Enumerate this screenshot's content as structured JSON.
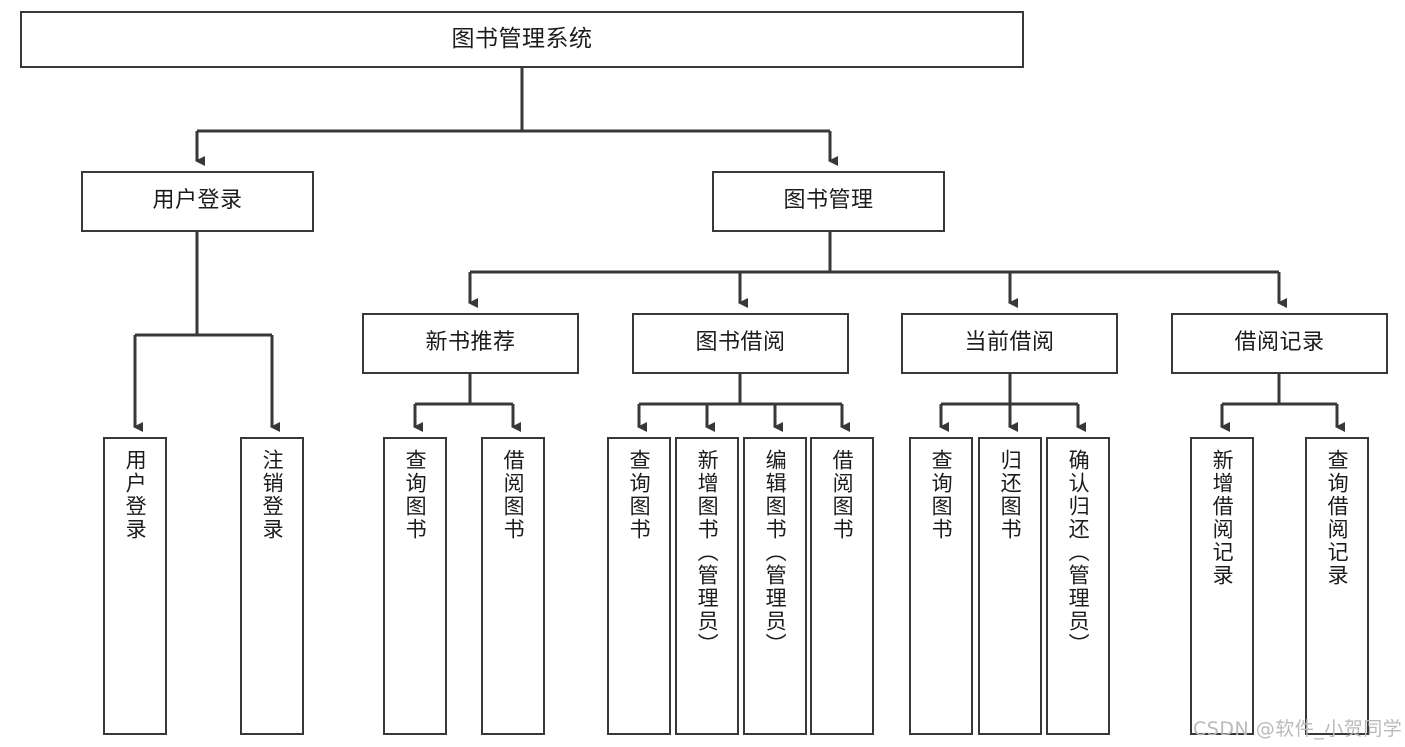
{
  "diagram": {
    "title": "图书管理系统",
    "type": "tree",
    "stroke_color": "#36383a",
    "fill_color": "#ffffff",
    "text_color": "#1b1c1d"
  },
  "nodes": {
    "root": {
      "label": "图书管理系统"
    },
    "level1": [
      {
        "label": "用户登录"
      },
      {
        "label": "图书管理"
      }
    ],
    "level2": [
      {
        "label": "新书推荐"
      },
      {
        "label": "图书借阅"
      },
      {
        "label": "当前借阅"
      },
      {
        "label": "借阅记录"
      }
    ],
    "leaves_user_login": [
      {
        "label": "用户登录"
      },
      {
        "label": "注销登录"
      }
    ],
    "leaves_new_books": [
      {
        "label": "查询图书"
      },
      {
        "label": "借阅图书"
      }
    ],
    "leaves_borrow": [
      {
        "label": "查询图书"
      },
      {
        "label": "新增图书（管理员）"
      },
      {
        "label": "编辑图书（管理员）"
      },
      {
        "label": "借阅图书"
      }
    ],
    "leaves_current": [
      {
        "label": "查询图书"
      },
      {
        "label": "归还图书"
      },
      {
        "label": "确认归还（管理员）"
      }
    ],
    "leaves_records": [
      {
        "label": "新增借阅记录"
      },
      {
        "label": "查询借阅记录"
      }
    ]
  },
  "watermark": {
    "text": "CSDN @软件_小贺同学"
  }
}
